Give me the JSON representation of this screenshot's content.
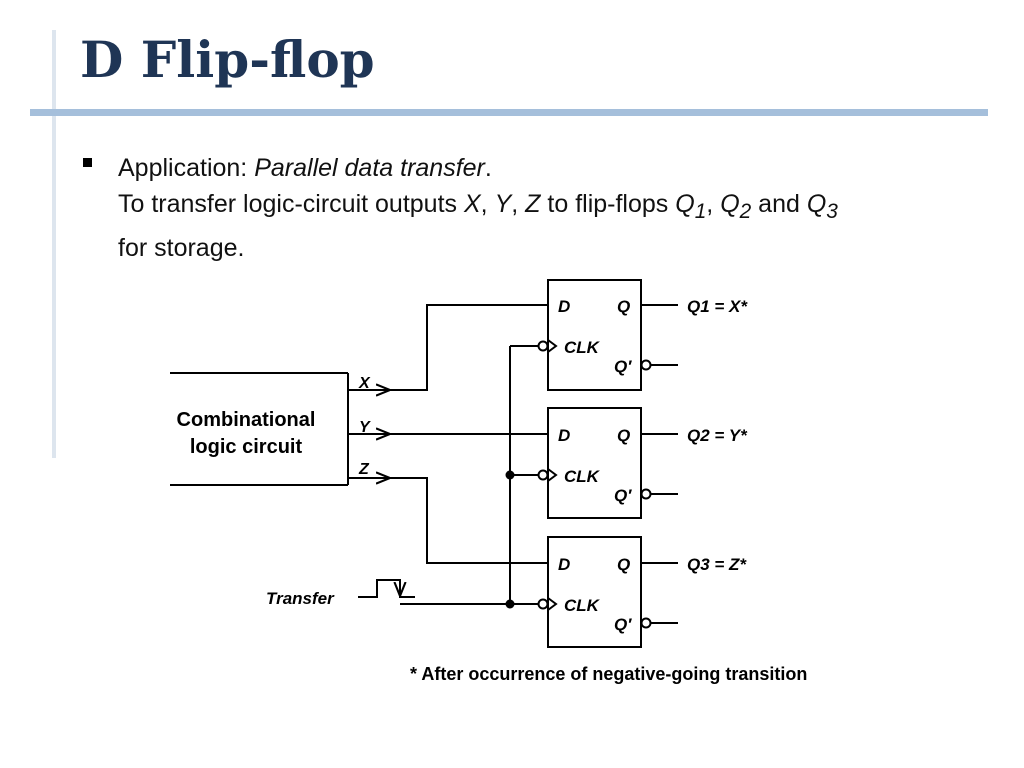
{
  "slide": {
    "title": "D Flip-flop",
    "bullet": {
      "label": "Application: ",
      "emphasis": "Parallel data transfer",
      "period": ".",
      "line2_prefix": "To transfer logic-circuit outputs ",
      "var_x": "X",
      "var_y": "Y",
      "var_z": "Z",
      "sep": ", ",
      "to_text": " to flip-flops ",
      "q": "Q",
      "sub1": "1",
      "sub2": "2",
      "sub3": "3",
      "and_text": " and ",
      "line3": "for storage."
    }
  },
  "diagram": {
    "comb_block": {
      "line1": "Combinational",
      "line2": "logic circuit"
    },
    "inputs": [
      "X",
      "Y",
      "Z"
    ],
    "transfer_label": "Transfer",
    "flipflops": [
      {
        "d": "D",
        "q": "Q",
        "clk": "CLK",
        "qbar": "Q′",
        "output": "Q1 = X*"
      },
      {
        "d": "D",
        "q": "Q",
        "clk": "CLK",
        "qbar": "Q′",
        "output": "Q2 = Y*"
      },
      {
        "d": "D",
        "q": "Q",
        "clk": "CLK",
        "qbar": "Q′",
        "output": "Q3 = Z*"
      }
    ],
    "footnote": "* After occurrence of negative-going transition"
  }
}
